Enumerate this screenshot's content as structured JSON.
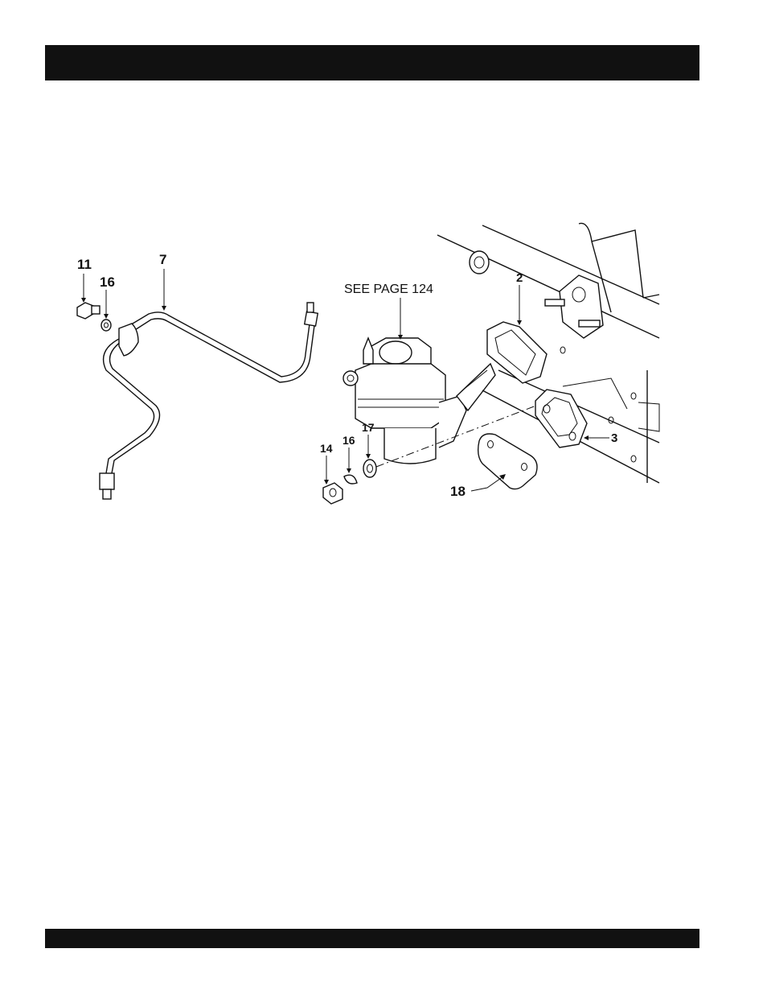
{
  "header_bar": {
    "color": "#111111"
  },
  "footer_bar": {
    "color": "#111111"
  },
  "figure": {
    "reference_note": "SEE PAGE 124",
    "callouts": {
      "c11": "11",
      "c16a": "16",
      "c7": "7",
      "c2": "2",
      "c3": "3",
      "c14": "14",
      "c16b": "16",
      "c17": "17",
      "c18": "18"
    }
  }
}
